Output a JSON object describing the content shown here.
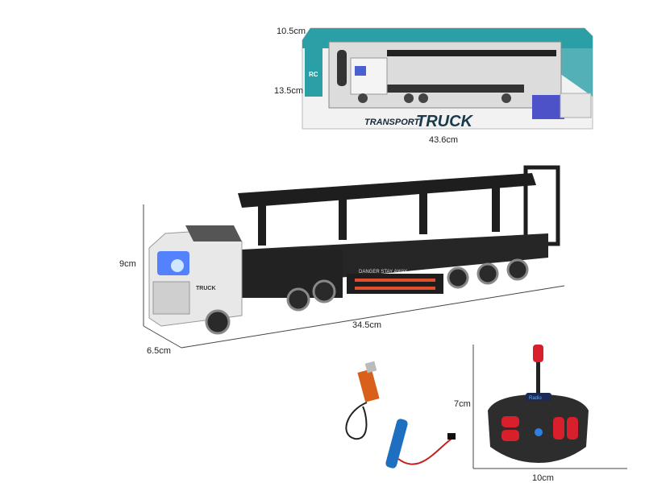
{
  "box": {
    "brand_small": "TRANSPORT",
    "brand_large": "TRUCK",
    "side_label": "RC",
    "dimensions": {
      "width": "43.6cm",
      "height": "13.5cm",
      "depth": "10.5cm"
    }
  },
  "truck": {
    "cab_text": "TRUCK",
    "trailer_text": "DANGER  STAY AWAY",
    "dimensions": {
      "length": "34.5cm",
      "height": "9cm",
      "depth": "6.5cm"
    }
  },
  "remote": {
    "brand": "Radio",
    "dimensions": {
      "height": "7cm",
      "width": "10cm"
    }
  },
  "colors": {
    "box_teal": "#2a9fa6",
    "truck_black": "#1e1e1e",
    "cab_white": "#e8e8e8",
    "remote_red": "#d8202c",
    "battery_blue": "#1f6fc0"
  }
}
